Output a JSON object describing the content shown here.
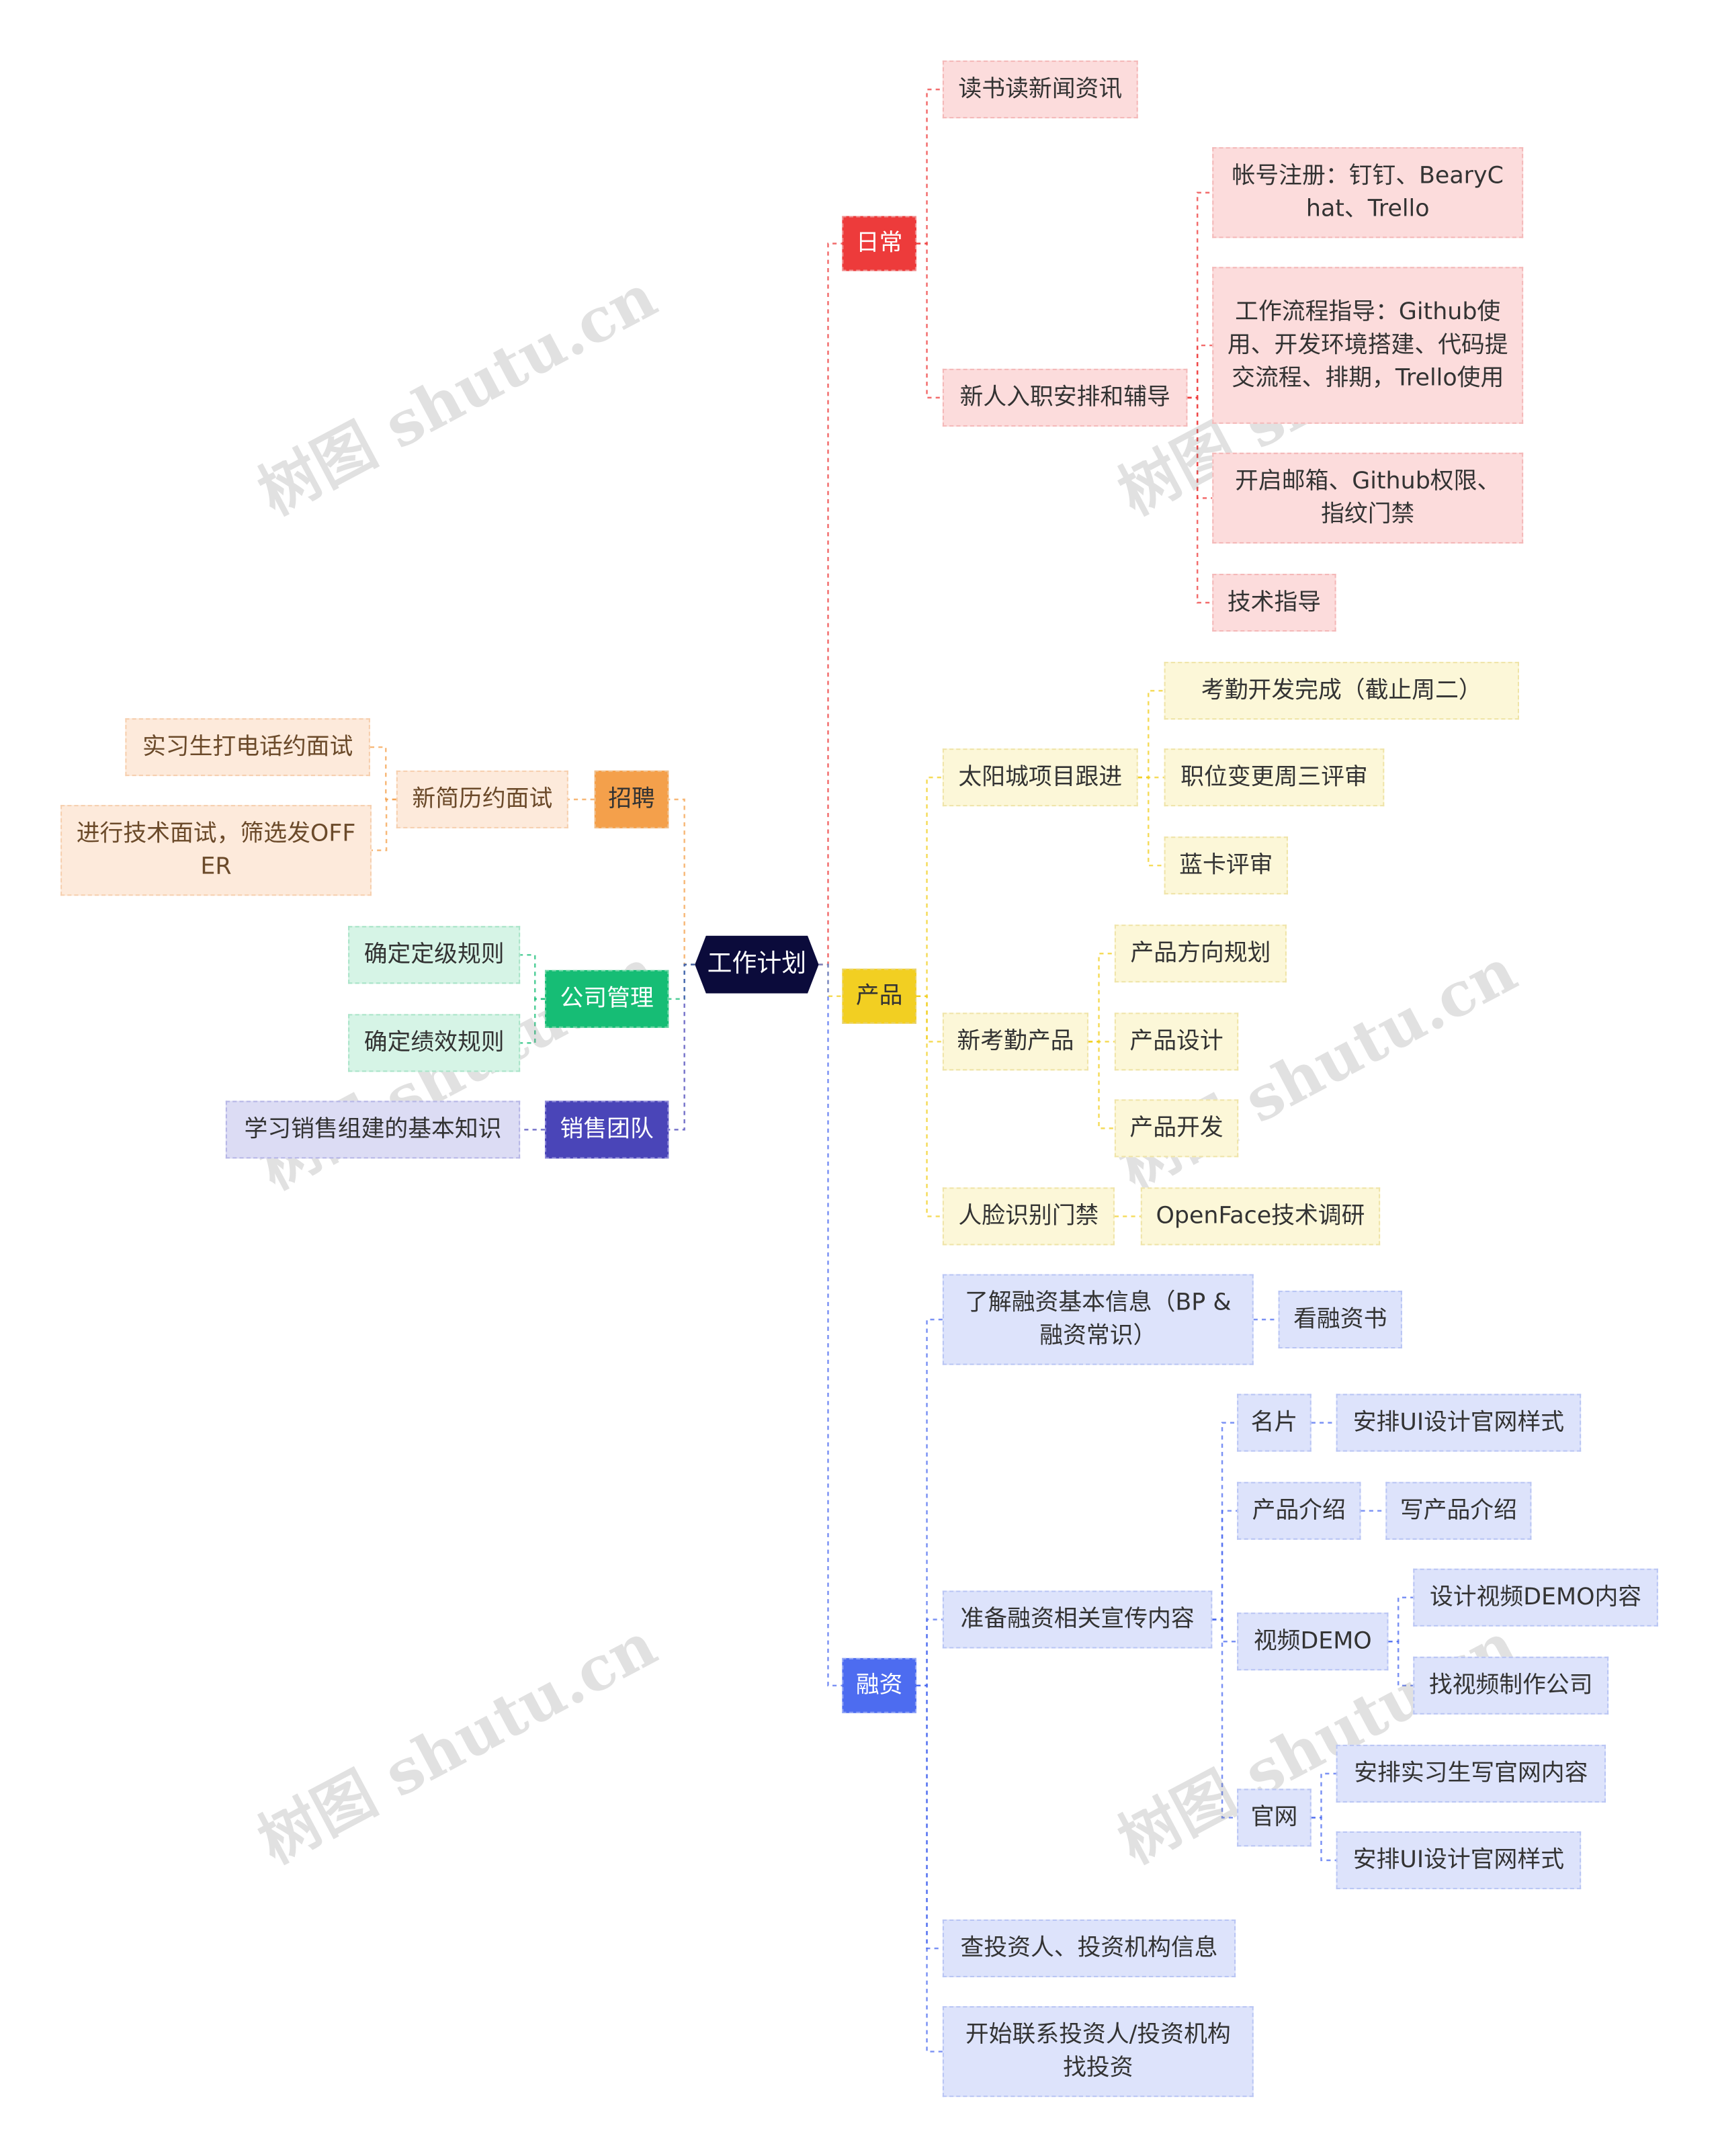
{
  "root": "工作计划",
  "watermark": "树图 shutu.cn",
  "colors": {
    "red": "#ed3b3b",
    "yellow": "#f2cf22",
    "blue": "#4d6cf0",
    "orange": "#f4a04b",
    "green": "#16bd75",
    "indigo": "#4a45b8",
    "root": "#0b0b3b"
  },
  "right_branches": [
    {
      "label": "日常",
      "color": "red",
      "children": [
        {
          "label": "读书读新闻资讯"
        },
        {
          "label": "新人入职安排和辅导",
          "children": [
            {
              "label": "帐号注册：钉钉、BearyChat、Trello"
            },
            {
              "label": "工作流程指导：Github使用、开发环境搭建、代码提交流程、排期，Trello使用"
            },
            {
              "label": "开启邮箱、Github权限、指纹门禁"
            },
            {
              "label": "技术指导"
            }
          ]
        }
      ]
    },
    {
      "label": "产品",
      "color": "yellow",
      "children": [
        {
          "label": "太阳城项目跟进",
          "children": [
            {
              "label": "考勤开发完成（截止周二）"
            },
            {
              "label": "职位变更周三评审"
            },
            {
              "label": "蓝卡评审"
            }
          ]
        },
        {
          "label": "新考勤产品",
          "children": [
            {
              "label": "产品方向规划"
            },
            {
              "label": "产品设计"
            },
            {
              "label": "产品开发"
            }
          ]
        },
        {
          "label": "人脸识别门禁",
          "children": [
            {
              "label": "OpenFace技术调研"
            }
          ]
        }
      ]
    },
    {
      "label": "融资",
      "color": "blue",
      "children": [
        {
          "label": "了解融资基本信息（BP & 融资常识）",
          "children": [
            {
              "label": "看融资书"
            }
          ]
        },
        {
          "label": "准备融资相关宣传内容",
          "children": [
            {
              "label": "名片",
              "children": [
                {
                  "label": "安排UI设计官网样式"
                }
              ]
            },
            {
              "label": "产品介绍",
              "children": [
                {
                  "label": "写产品介绍"
                }
              ]
            },
            {
              "label": "视频DEMO",
              "children": [
                {
                  "label": "设计视频DEMO内容"
                },
                {
                  "label": "找视频制作公司"
                }
              ]
            },
            {
              "label": "官网",
              "children": [
                {
                  "label": "安排实习生写官网内容"
                },
                {
                  "label": "安排UI设计官网样式"
                }
              ]
            }
          ]
        },
        {
          "label": "查投资人、投资机构信息"
        },
        {
          "label": "开始联系投资人/投资机构找投资"
        }
      ]
    }
  ],
  "left_branches": [
    {
      "label": "招聘",
      "color": "orange",
      "children": [
        {
          "label": "新简历约面试",
          "children": [
            {
              "label": "实习生打电话约面试"
            },
            {
              "label": "进行技术面试，筛选发OFFER"
            }
          ]
        }
      ]
    },
    {
      "label": "公司管理",
      "color": "green",
      "children": [
        {
          "label": "确定定级规则"
        },
        {
          "label": "确定绩效规则"
        }
      ]
    },
    {
      "label": "销售团队",
      "color": "indigo",
      "children": [
        {
          "label": "学习销售组建的基本知识"
        }
      ]
    }
  ]
}
